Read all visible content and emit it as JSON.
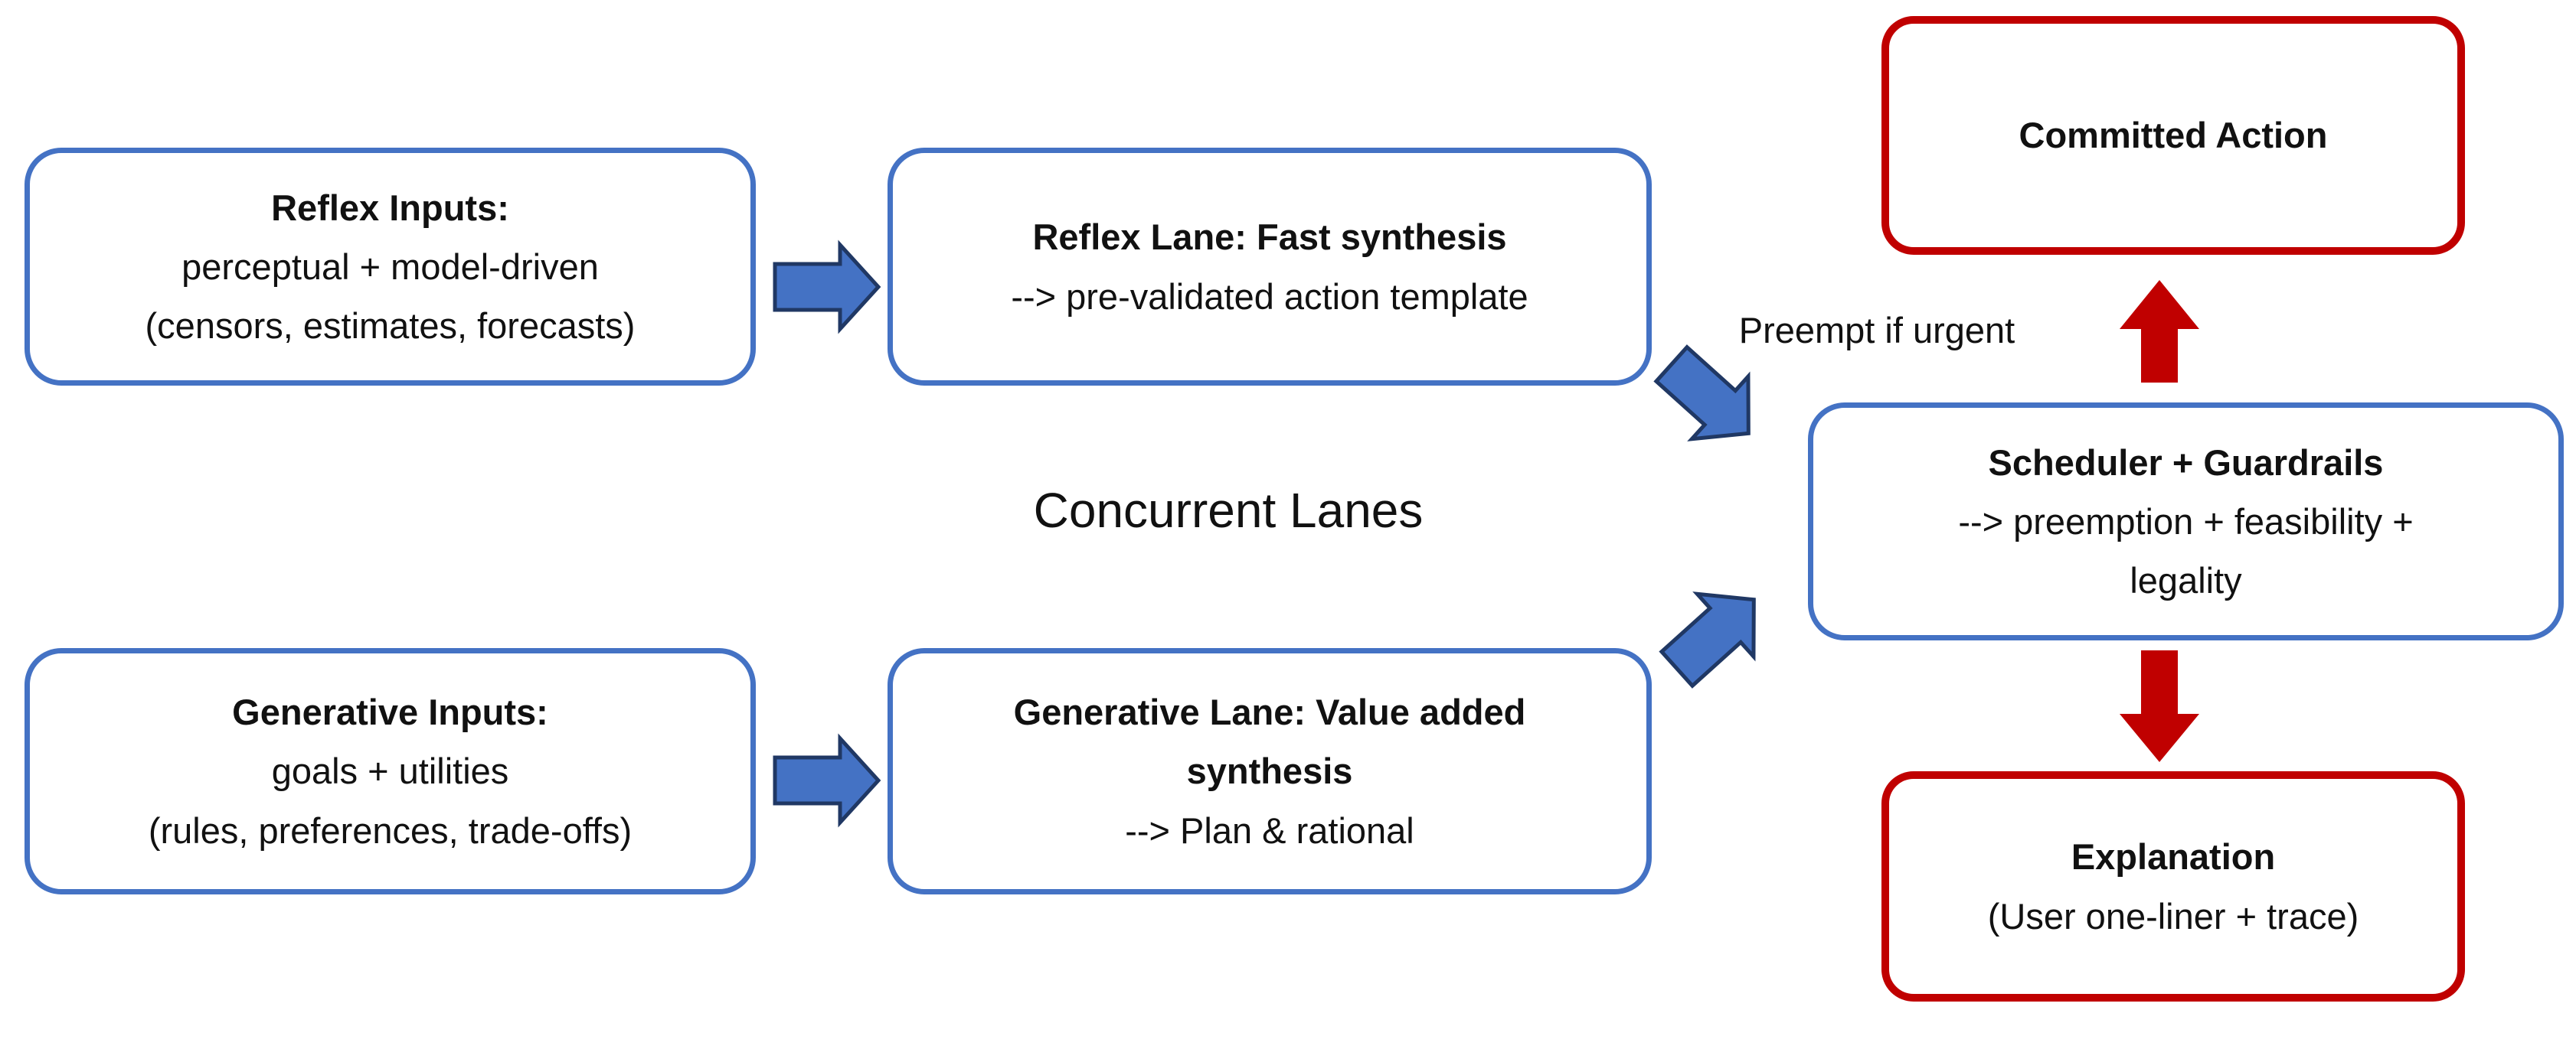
{
  "colors": {
    "blue": "#4472C4",
    "blue_dark": "#203864",
    "red": "#C00000",
    "text": "#111111",
    "background": "#FFFFFF"
  },
  "labels": {
    "concurrent_lanes": "Concurrent Lanes",
    "preempt_if_urgent": "Preempt if urgent"
  },
  "nodes": {
    "reflex_inputs": {
      "title": "Reflex Inputs:",
      "lines": [
        "perceptual + model-driven",
        "(censors, estimates, forecasts)"
      ]
    },
    "reflex_lane": {
      "title": "Reflex Lane: Fast synthesis",
      "lines": [
        "--> pre-validated action template"
      ]
    },
    "generative_inputs": {
      "title": "Generative Inputs:",
      "lines": [
        "goals + utilities",
        "(rules, preferences, trade-offs)"
      ]
    },
    "generative_lane": {
      "title_lines": [
        "Generative Lane: Value added",
        "synthesis"
      ],
      "lines": [
        "--> Plan & rational"
      ]
    },
    "scheduler": {
      "title": "Scheduler + Guardrails",
      "lines": [
        "--> preemption + feasibility +",
        "legality"
      ]
    },
    "committed_action": {
      "title": "Committed Action"
    },
    "explanation": {
      "title": "Explanation",
      "lines": [
        "(User one-liner + trace)"
      ]
    }
  }
}
